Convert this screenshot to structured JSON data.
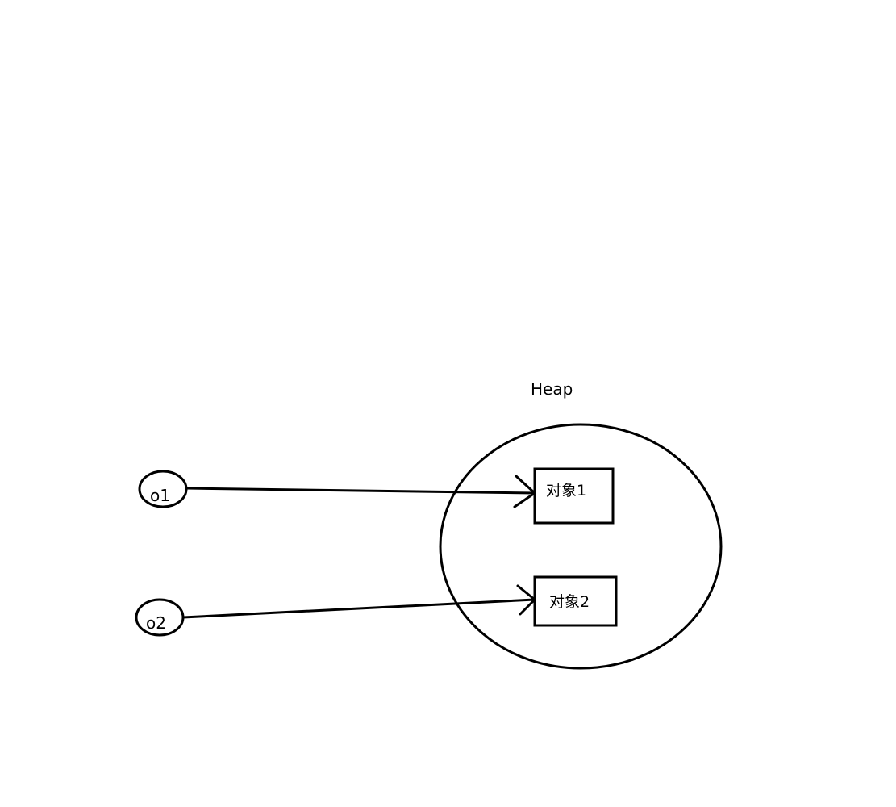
{
  "heap": {
    "label": "Heap"
  },
  "references": [
    {
      "label": "o1"
    },
    {
      "label": "o2"
    }
  ],
  "objects": [
    {
      "label": "对象1"
    },
    {
      "label": "对象2"
    }
  ],
  "colors": {
    "stroke": "#000000",
    "background": "#ffffff"
  }
}
